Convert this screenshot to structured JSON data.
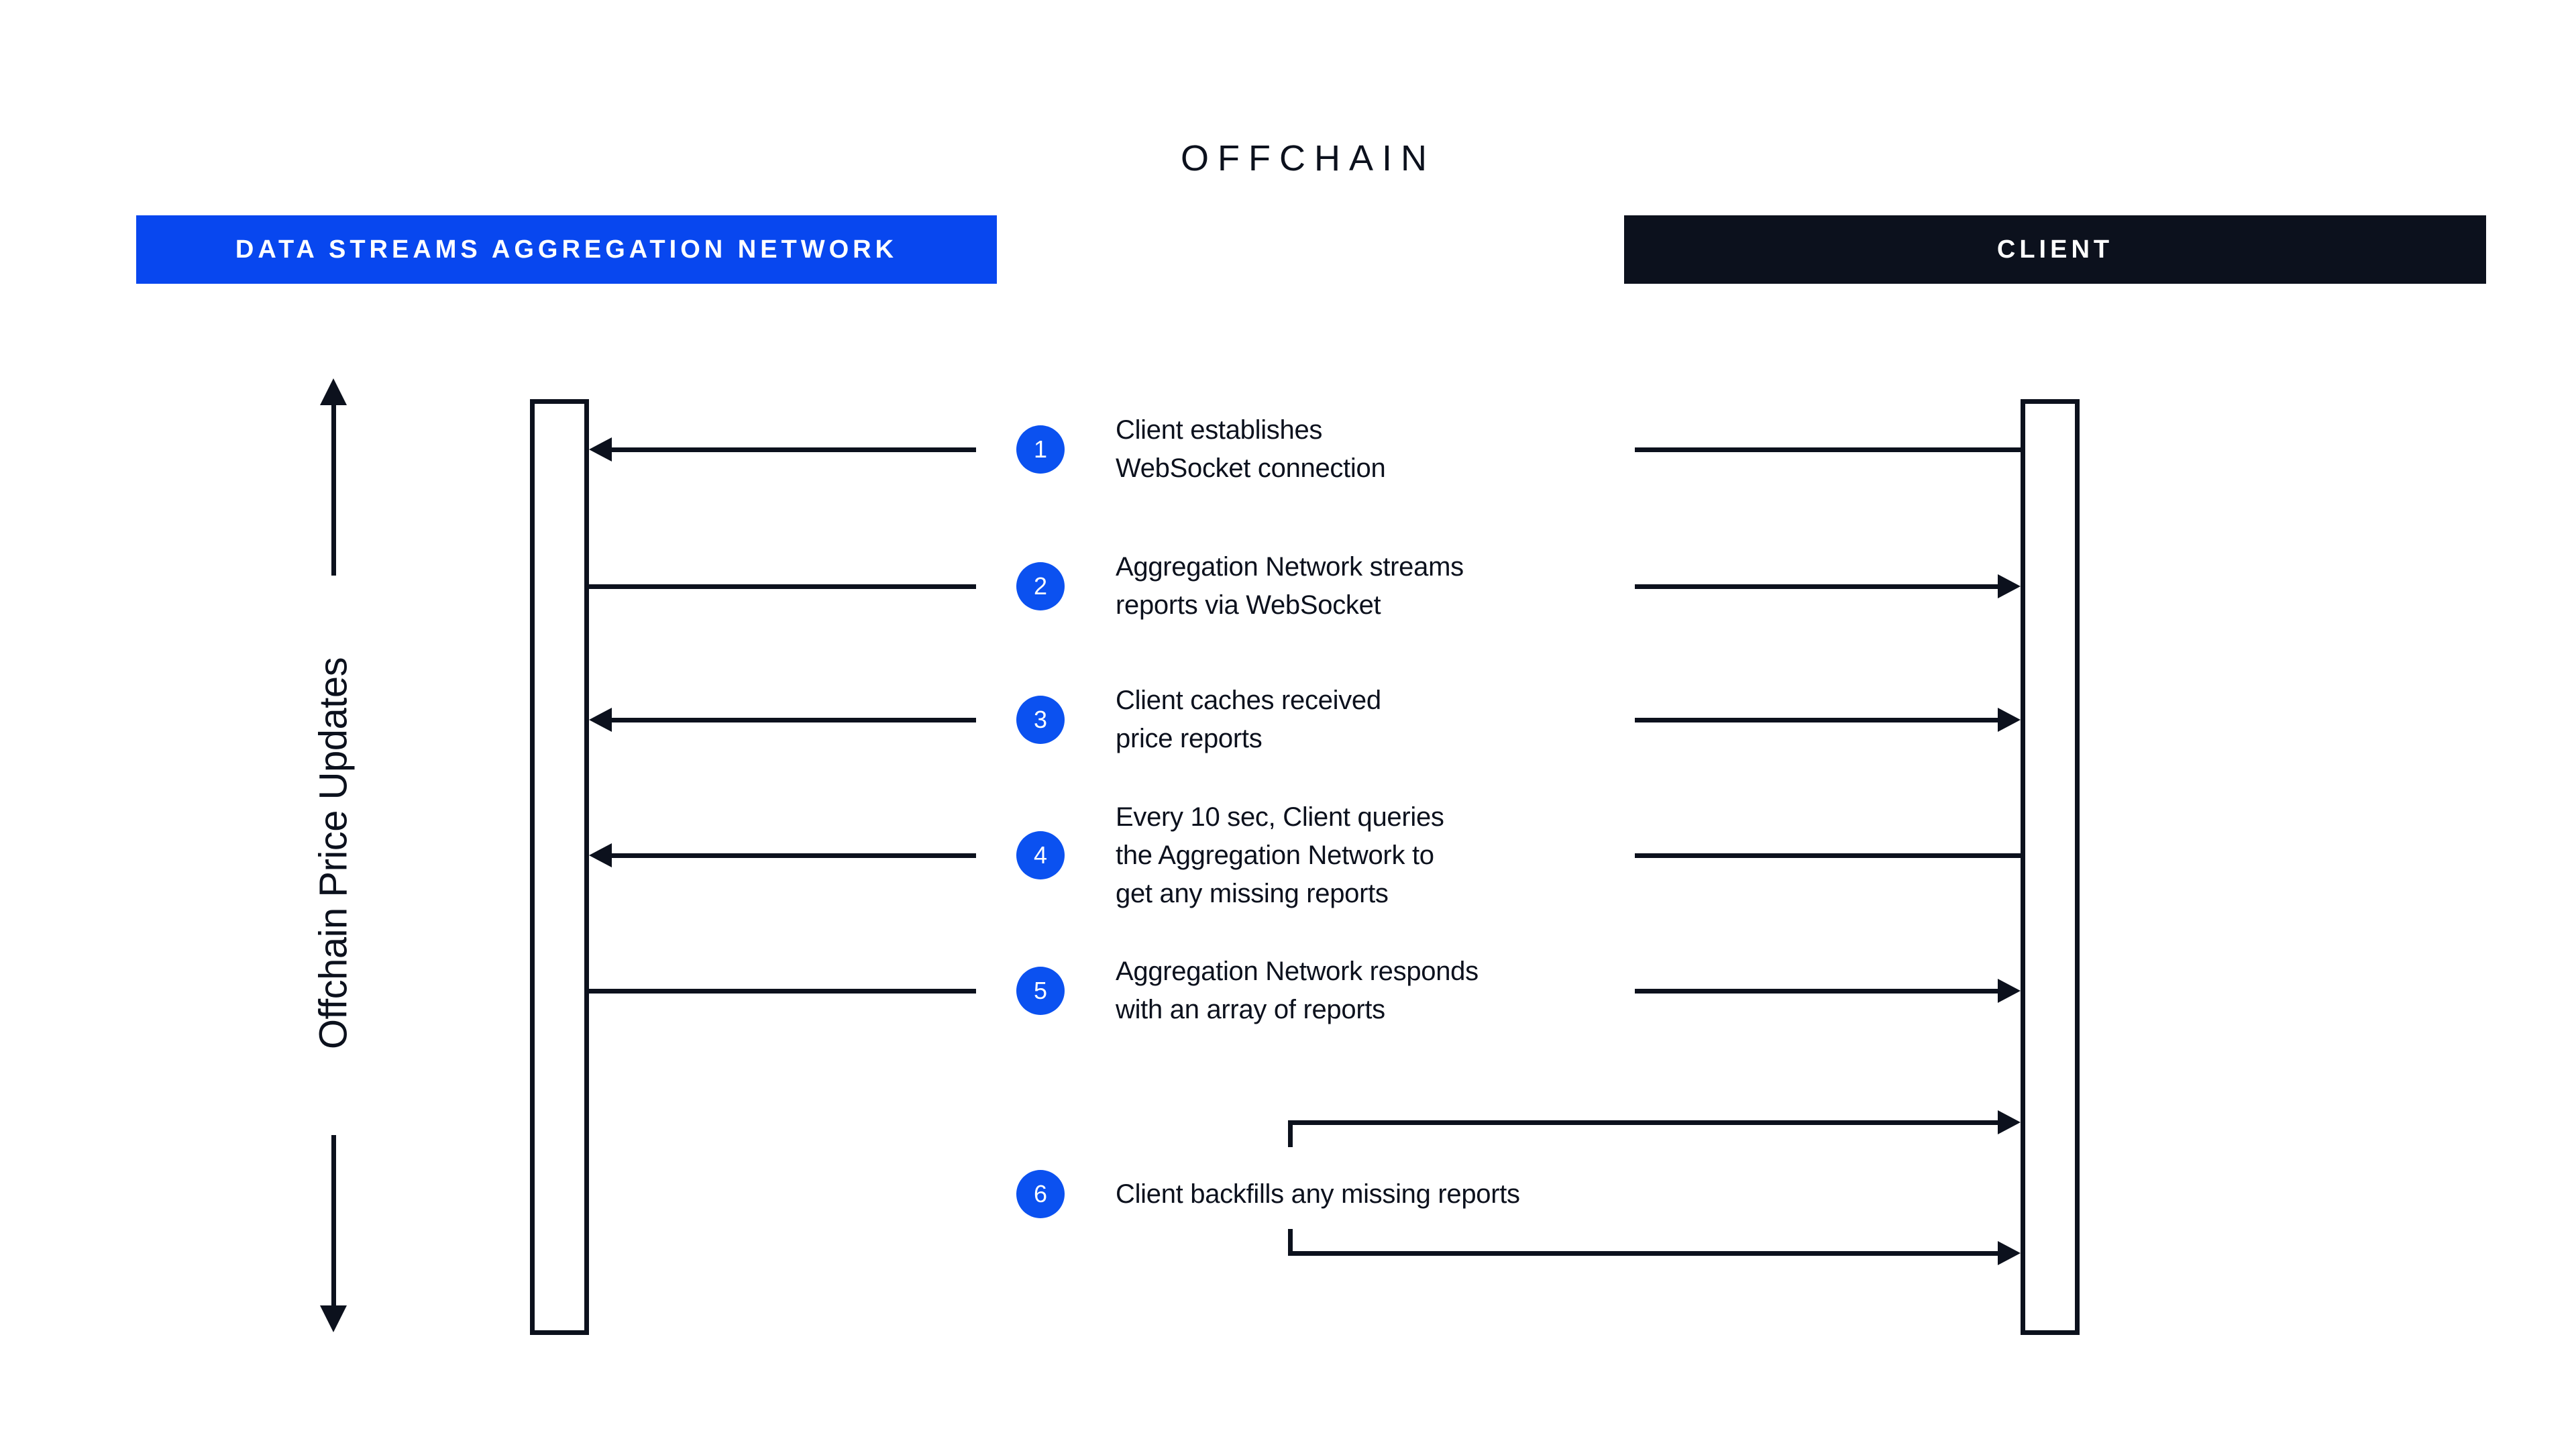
{
  "title": "OFFCHAIN",
  "headers": {
    "network": "DATA STREAMS AGGREGATION NETWORK",
    "client": "CLIENT"
  },
  "axis_label": "Offchain Price Updates",
  "steps": [
    {
      "number": "1",
      "direction": "client_to_network",
      "lines": [
        "Client establishes",
        "WebSocket connection"
      ]
    },
    {
      "number": "2",
      "direction": "network_to_client",
      "lines": [
        "Aggregation Network streams",
        "reports via WebSocket"
      ]
    },
    {
      "number": "3",
      "direction": "both",
      "lines": [
        "Client caches received",
        "price reports"
      ]
    },
    {
      "number": "4",
      "direction": "client_to_network",
      "lines": [
        "Every 10 sec, Client queries",
        "the Aggregation Network to",
        "get any missing reports"
      ]
    },
    {
      "number": "5",
      "direction": "network_to_client",
      "lines": [
        "Aggregation Network responds",
        "with an array of reports"
      ]
    },
    {
      "number": "6",
      "direction": "client_self_backfill",
      "lines": [
        "Client backfills any missing reports"
      ]
    }
  ],
  "colors": {
    "dark": "#0c111d",
    "accent_blue": "#0847ef",
    "circle_blue": "#0b51f0"
  }
}
